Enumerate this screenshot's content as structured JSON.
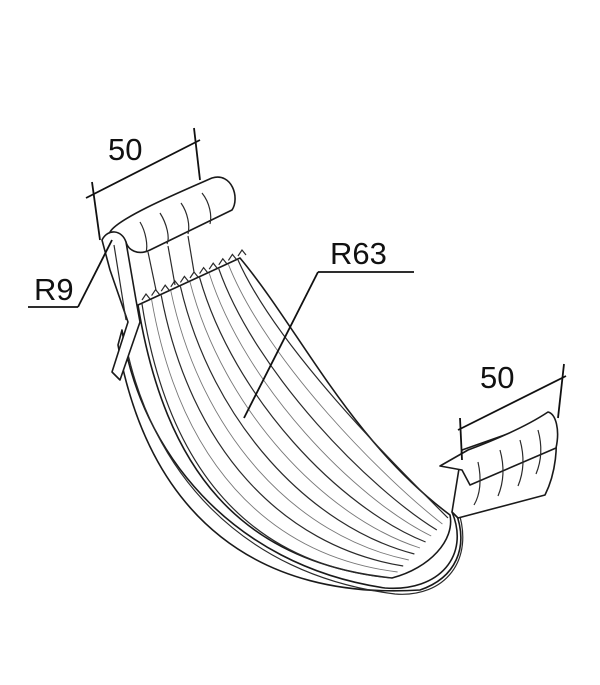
{
  "drawing": {
    "labels": {
      "width_left": "50",
      "radius_small": "R9",
      "radius_large": "R63",
      "width_right": "50"
    },
    "line_color": "#1a1a1a",
    "background": "#ffffff"
  }
}
